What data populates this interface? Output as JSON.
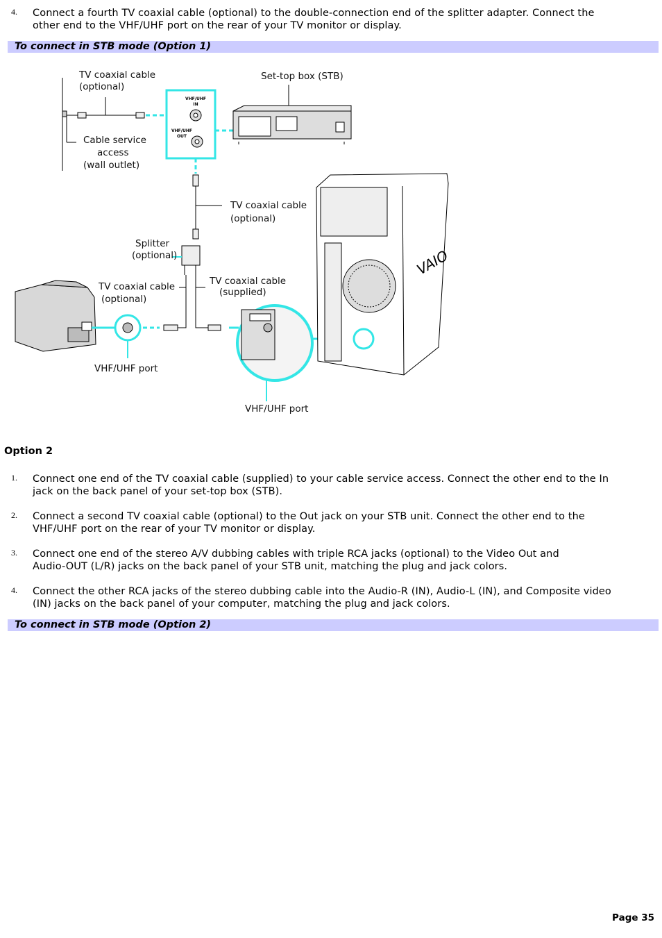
{
  "step4_top": {
    "number": "4.",
    "line1": "Connect a fourth TV coaxial cable (optional) to the double-connection end of the splitter adapter. Connect the",
    "line2": "other end to the VHF/UHF port on the rear of your TV monitor or display."
  },
  "section1_title": "To connect in STB mode (Option 1)",
  "diagram": {
    "tv_coax_optional_top": [
      "TV coaxial cable",
      "(optional)"
    ],
    "set_top_box": "Set-top box (STB)",
    "vhf_uhf_in": [
      "VHF/UHF",
      "IN"
    ],
    "vhf_uhf_out": [
      "VHF/UHF",
      "OUT"
    ],
    "cable_service": [
      "Cable service",
      "access",
      "(wall outlet)"
    ],
    "tv_coax_optional_mid": [
      "TV coaxial cable",
      "(optional)"
    ],
    "splitter": [
      "Splitter",
      "(optional)"
    ],
    "tv_coax_optional_left": [
      "TV coaxial cable",
      "(optional)"
    ],
    "tv_coax_supplied": [
      "TV coaxial cable",
      "(supplied)"
    ],
    "vhf_uhf_port_tv": "VHF/UHF port",
    "vhf_uhf_port_pc": "VHF/UHF port",
    "brand": "VAIO"
  },
  "option2_heading": "Option 2",
  "steps": [
    {
      "number": "1.",
      "line1": "Connect one end of the TV coaxial cable (supplied) to your cable service access. Connect the other end to the In",
      "line2": "jack on the back panel of your set-top box (STB)."
    },
    {
      "number": "2.",
      "line1": "Connect a second TV coaxial cable (optional) to the Out jack on your STB unit. Connect the other end to the",
      "line2": "VHF/UHF port on the rear of your TV monitor or display."
    },
    {
      "number": "3.",
      "line1": "Connect one end of the stereo A/V dubbing cables with triple RCA jacks (optional) to the Video Out and",
      "line2": "Audio-OUT (L/R) jacks on the back panel of your STB unit, matching the plug and jack colors."
    },
    {
      "number": "4.",
      "line1": "Connect the other RCA jacks of the stereo dubbing cable into the Audio-R (IN), Audio-L (IN), and Composite video",
      "line2": "(IN) jacks on the back panel of your computer, matching the plug and jack colors."
    }
  ],
  "section2_title": "To connect in STB mode (Option 2)",
  "page_label": "Page 35",
  "colors": {
    "section_bar": "#ccccff",
    "accent": "#33e6e6"
  }
}
